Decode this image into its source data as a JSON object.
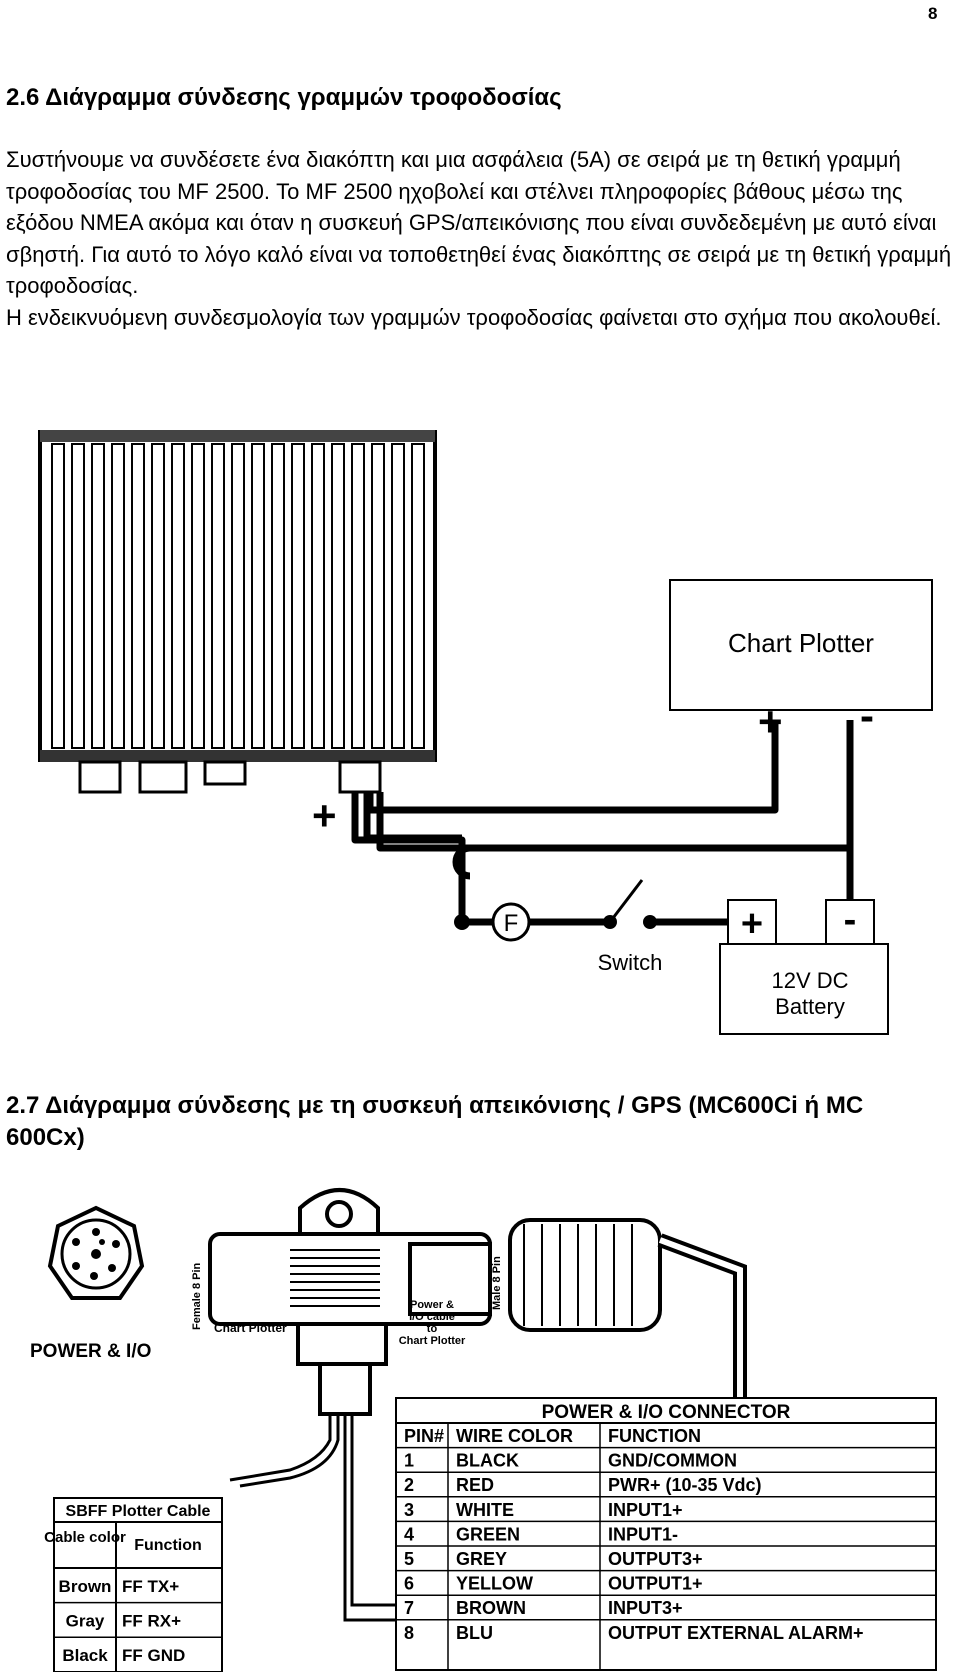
{
  "page_number": "8",
  "section_26": {
    "heading": "2.6 Διάγραμμα σύνδεσης γραμμών τροφοδοσίας",
    "paragraph1": "Συστήνουμε να συνδέσετε ένα διακόπτη και μια ασφάλεια (5A) σε σειρά με τη θετική γραμμή τροφοδοσίας του MF 2500. Το MF 2500 ηχοβολεί και στέλνει πληροφορίες βάθους μέσω της εξόδου NMEA ακόμα και όταν η συσκευή GPS/απεικόνισης που είναι συνδεδεμένη με αυτό είναι σβηστή. Για αυτό το λόγο καλό είναι να τοποθετηθεί ένας διακόπτης σε σειρά με τη θετική γραμμή τροφοδοσίας.",
    "paragraph2": "Η ενδεικνυόμενη συνδεσμολογία των γραμμών τροφοδοσίας φαίνεται στο σχήμα που ακολουθεί."
  },
  "diagram1": {
    "device_plus": "+",
    "device_minus": "-",
    "chart_plotter_label": "Chart Plotter",
    "plotter_plus": "+",
    "plotter_minus": "-",
    "fuse_label": "F",
    "switch_label": "Switch",
    "battery_plus": "+",
    "battery_minus": "-",
    "battery_line1": "12V DC",
    "battery_line2": "Battery"
  },
  "section_27": {
    "heading": "2.7 Διάγραμμα σύνδεσης με τη συσκευή απεικόνισης / GPS (MC600Ci ή MC 600Cx)"
  },
  "diagram2": {
    "power_io_label": "POWER & I/O",
    "female_pin_label": "Female 8 Pin",
    "male_pin_label": "Male 8 Pin",
    "chart_plotter_label": "Chart Plotter",
    "cable_label_1": "Power &",
    "cable_label_2": "I/O cable",
    "cable_label_3": "to",
    "cable_label_4": "Chart Plotter",
    "connector_table": {
      "title": "POWER & I/O CONNECTOR",
      "headers": [
        "PIN#",
        "WIRE COLOR",
        "FUNCTION"
      ],
      "rows": [
        [
          "1",
          "BLACK",
          "GND/COMMON"
        ],
        [
          "2",
          "RED",
          "PWR+ (10-35 Vdc)"
        ],
        [
          "3",
          "WHITE",
          "INPUT1+"
        ],
        [
          "4",
          "GREEN",
          "INPUT1-"
        ],
        [
          "5",
          "GREY",
          "OUTPUT3+"
        ],
        [
          "6",
          "YELLOW",
          "OUTPUT1+"
        ],
        [
          "7",
          "BROWN",
          "INPUT3+"
        ],
        [
          "8",
          "BLU",
          "OUTPUT EXTERNAL ALARM+"
        ]
      ]
    },
    "plotter_cable_table": {
      "title": "SBFF Plotter Cable",
      "headers": [
        "Cable color",
        "Function"
      ],
      "rows": [
        [
          "Brown",
          "FF TX+"
        ],
        [
          "Gray",
          "FF RX+"
        ],
        [
          "Black",
          "FF GND"
        ]
      ]
    }
  }
}
